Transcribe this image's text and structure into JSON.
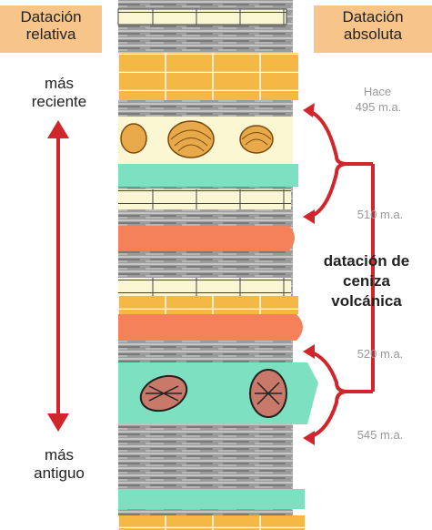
{
  "labels": {
    "relative": "Datación\nrelativa",
    "absolute": "Datación\nabsoluta",
    "recent": "más\nreciente",
    "oldest": "más\nantiguo",
    "ash_dating": "datación de\nceniza\nvolcánica"
  },
  "ages": {
    "ago": "Hace",
    "a495": "495 m.a.",
    "a510": "510 m.a.",
    "a520": "520 m.a.",
    "a545": "545 m.a."
  },
  "colors": {
    "label_bg": "#f7c48a",
    "arrow": "#d0262b",
    "sandstone": "#f5b844",
    "shale": "#8a8a8a",
    "ash": "#f4815a",
    "green": "#7de0c0",
    "cream": "#fbf7d3"
  },
  "icons": [
    "clam-fossil-icon",
    "trilobite-fossil-icon"
  ]
}
